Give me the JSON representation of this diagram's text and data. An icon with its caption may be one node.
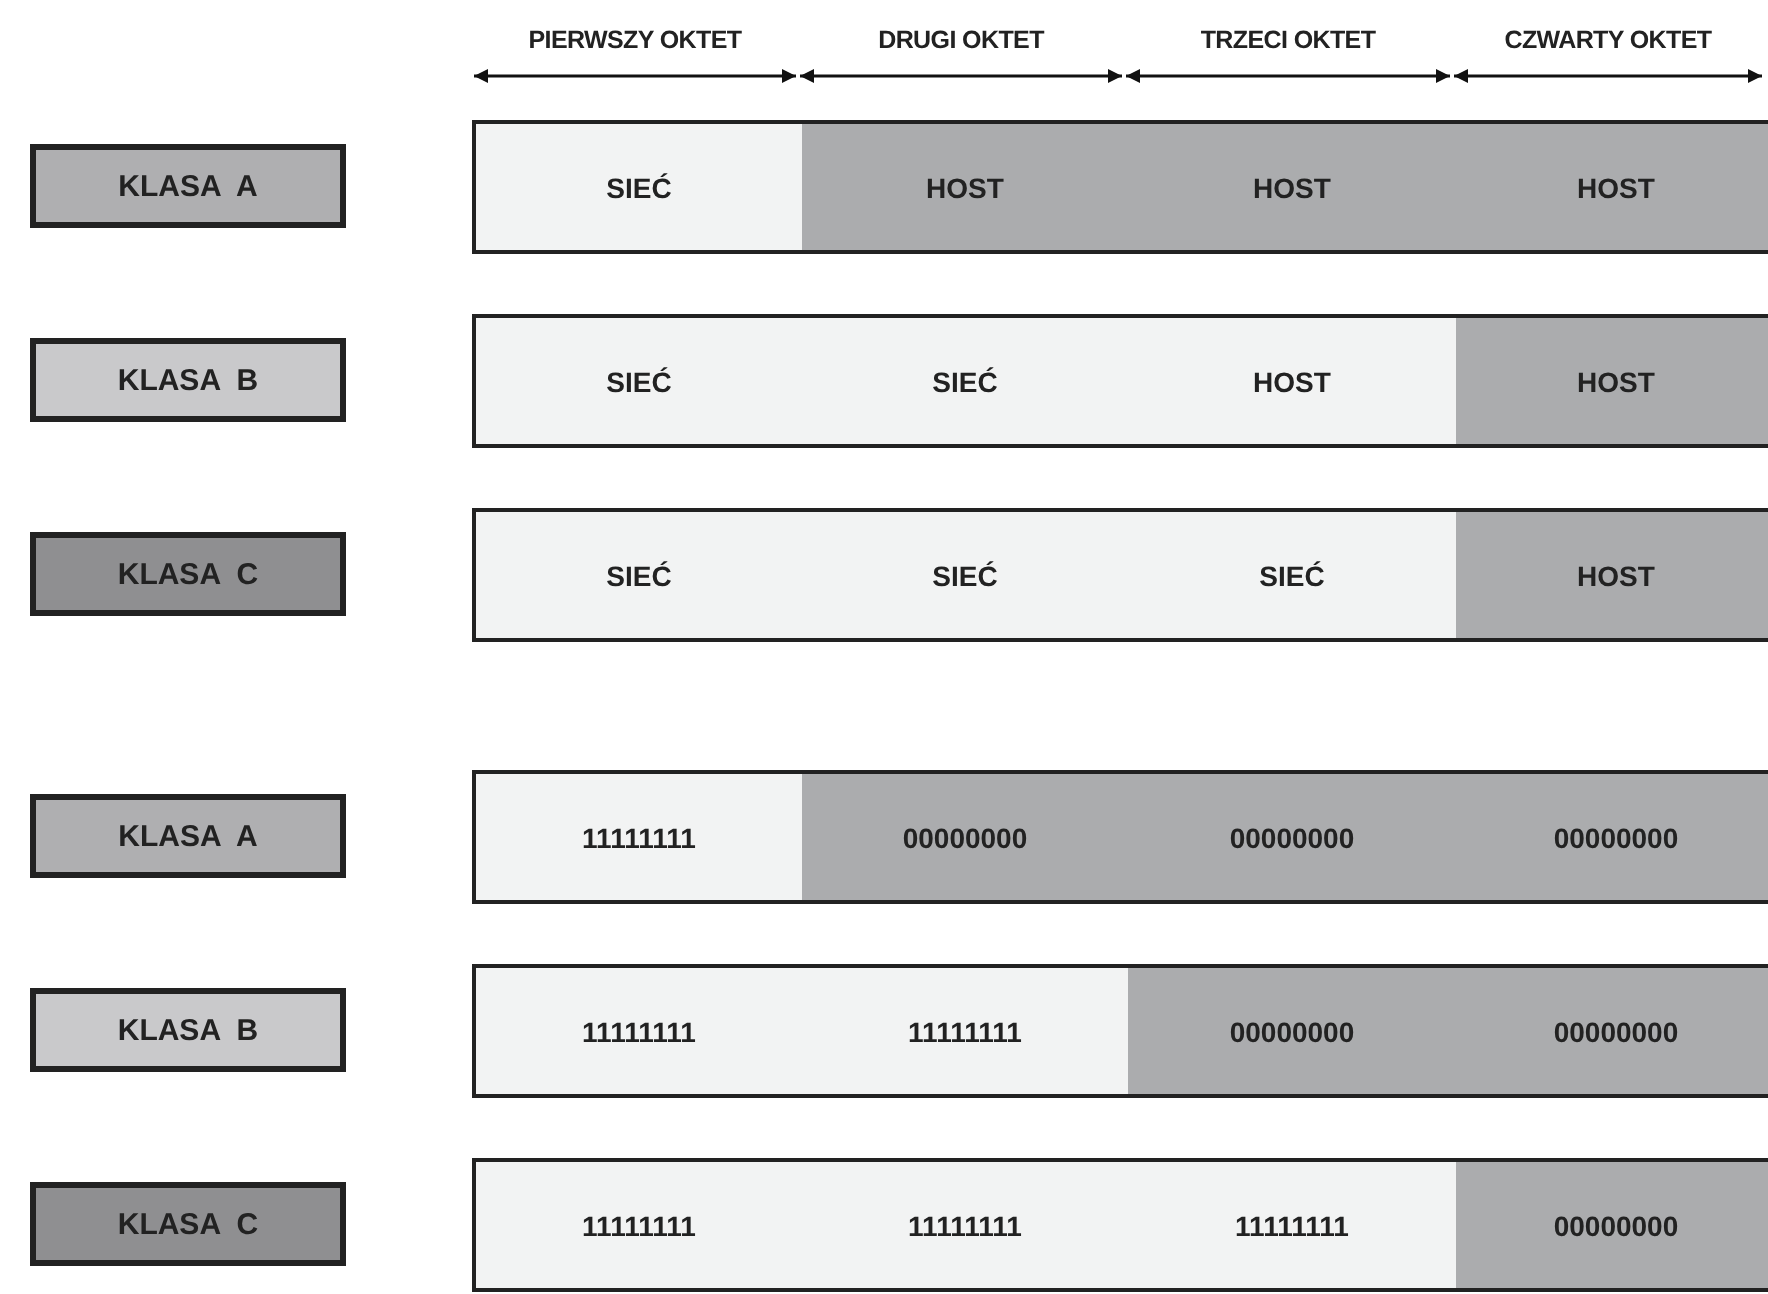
{
  "diagram": {
    "nodes": [
      {
        "text": [
          "KLASA  A"
        ]
      },
      {
        "text": [],
        "shape": "bar"
      },
      {
        "text": [
          "SIEĆ"
        ],
        "in": 1
      },
      {
        "text": [
          "HOST"
        ],
        "in": 1
      },
      {
        "text": [
          "HOST"
        ],
        "in": 1
      },
      {
        "text": [
          "HOST"
        ],
        "in": 1
      },
      {
        "text": [
          "KLASA  B"
        ]
      },
      {
        "text": [],
        "shape": "bar"
      },
      {
        "text": [
          "SIEĆ"
        ],
        "in": 7
      },
      {
        "text": [
          "SIEĆ"
        ],
        "in": 7
      },
      {
        "text": [
          "HOST"
        ],
        "in": 7
      },
      {
        "text": [
          "HOST"
        ],
        "in": 7
      },
      {
        "text": [
          "KLASA  C"
        ]
      },
      {
        "text": [],
        "shape": "bar"
      },
      {
        "text": [
          "SIEĆ"
        ],
        "in": 13
      },
      {
        "text": [
          "SIEĆ"
        ],
        "in": 13
      },
      {
        "text": [
          "SIEĆ"
        ],
        "in": 13
      },
      {
        "text": [
          "HOST"
        ],
        "in": 13
      },
      {
        "text": [
          "KLASA  A"
        ]
      },
      {
        "text": [],
        "shape": "bar"
      },
      {
        "text": [
          "11111111"
        ],
        "in": 19
      },
      {
        "text": [
          "00000000"
        ],
        "in": 19
      },
      {
        "text": [
          "00000000"
        ],
        "in": 19
      },
      {
        "text": [
          "00000000"
        ],
        "in": 19
      },
      {
        "text": [
          "KLASA  B"
        ]
      },
      {
        "text": [],
        "shape": "bar"
      },
      {
        "text": [
          "11111111"
        ],
        "in": 25
      },
      {
        "text": [
          "11111111"
        ],
        "in": 25
      },
      {
        "text": [
          "00000000"
        ],
        "in": 25
      },
      {
        "text": [
          "00000000"
        ],
        "in": 25
      },
      {
        "text": [
          "KLASA  C"
        ]
      },
      {
        "text": [],
        "shape": "bar"
      },
      {
        "text": [
          "11111111"
        ],
        "in": 31
      },
      {
        "text": [
          "11111111"
        ],
        "in": 31
      },
      {
        "text": [
          "11111111"
        ],
        "in": 31
      },
      {
        "text": [
          "00000000"
        ],
        "in": 31
      }
    ],
    "labels": [
      "PIERWSZY OKTET",
      "DRUGI OKTET",
      "TRZECI OKTET",
      "CZWARTY OKTET"
    ]
  }
}
